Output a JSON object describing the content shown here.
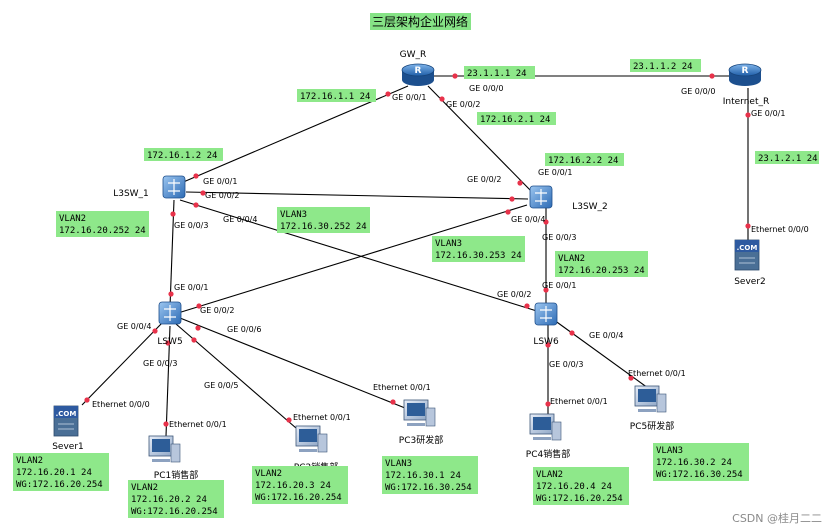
{
  "title": "三层架构企业网络",
  "watermark": "CSDN @桂月二二",
  "colors": {
    "line": "#000000",
    "port_dot": "#e8324a",
    "label_bg": "#8ee88a",
    "title_bg": "#86e386",
    "router": "#2a6fbe",
    "switch": "#3b7fca"
  },
  "devices": {
    "gw_r": "GW_R",
    "internet_r": "Internet_R",
    "l3sw1": "L3SW_1",
    "l3sw2": "L3SW_2",
    "lsw5": "LSW5",
    "lsw6": "LSW6",
    "sever1": "Sever1",
    "sever2": "Sever2",
    "pc1": "PC1销售部",
    "pc2": "PC2销售部",
    "pc3": "PC3研发部",
    "pc4": "PC4销售部",
    "pc5": "PC5研发部"
  },
  "server_badge": ".COM",
  "ports": {
    "gw_g000": "GE 0/0/0",
    "gw_g001": "GE 0/0/1",
    "gw_g002": "GE 0/0/2",
    "ir_g000": "GE 0/0/0",
    "ir_g001": "GE 0/0/1",
    "s1_g001": "GE 0/0/1",
    "s1_g002": "GE 0/0/2",
    "s1_g003": "GE 0/0/3",
    "s1_g004": "GE 0/0/4",
    "s2_g001": "GE 0/0/1",
    "s2_g002": "GE 0/0/2",
    "s2_g003": "GE 0/0/3",
    "s2_g004": "GE 0/0/4",
    "l5_g001": "GE 0/0/1",
    "l5_g002": "GE 0/0/2",
    "l5_g003": "GE 0/0/3",
    "l5_g004": "GE 0/0/4",
    "l5_g005": "GE 0/0/5",
    "l5_g006": "GE 0/0/6",
    "l6_g001": "GE 0/0/1",
    "l6_g002": "GE 0/0/2",
    "l6_g003": "GE 0/0/3",
    "l6_g004": "GE 0/0/4",
    "sv1_eth": "Ethernet 0/0/0",
    "sv2_eth": "Ethernet 0/0/0",
    "pc1_eth": "Ethernet 0/0/1",
    "pc2_eth": "Ethernet 0/0/1",
    "pc3_eth": "Ethernet 0/0/1",
    "pc4_eth": "Ethernet 0/0/1",
    "pc5_eth": "Ethernet 0/0/1"
  },
  "labels": {
    "gw_wan": [
      "23.1.1.1 24"
    ],
    "ir_wan": [
      "23.1.1.2 24"
    ],
    "gw_l1": [
      "172.16.1.1 24"
    ],
    "gw_l2": [
      "172.16.2.1 24"
    ],
    "s1_up": [
      "172.16.1.2 24"
    ],
    "s2_up": [
      "172.16.2.2 24"
    ],
    "s1_vlan2": [
      "VLAN2",
      "172.16.20.252 24"
    ],
    "s1_vlan3": [
      "VLAN3",
      "172.16.30.252 24"
    ],
    "s2_vlan3": [
      "VLAN3",
      "172.16.30.253 24"
    ],
    "s2_vlan2": [
      "VLAN2",
      "172.16.20.253 24"
    ],
    "ir_srv": [
      "23.1.2.1 24"
    ],
    "sv1": [
      "VLAN2",
      "172.16.20.1 24",
      "WG:172.16.20.254"
    ],
    "pc1": [
      "VLAN2",
      "172.16.20.2 24",
      "WG:172.16.20.254"
    ],
    "pc2": [
      "VLAN2",
      "172.16.20.3 24",
      "WG:172.16.20.254"
    ],
    "pc3": [
      "VLAN3",
      "172.16.30.1 24",
      "WG:172.16.30.254"
    ],
    "pc4": [
      "VLAN2",
      "172.16.20.4 24",
      "WG:172.16.20.254"
    ],
    "pc5": [
      "VLAN3",
      "172.16.30.2 24",
      "WG:172.16.30.254"
    ]
  }
}
